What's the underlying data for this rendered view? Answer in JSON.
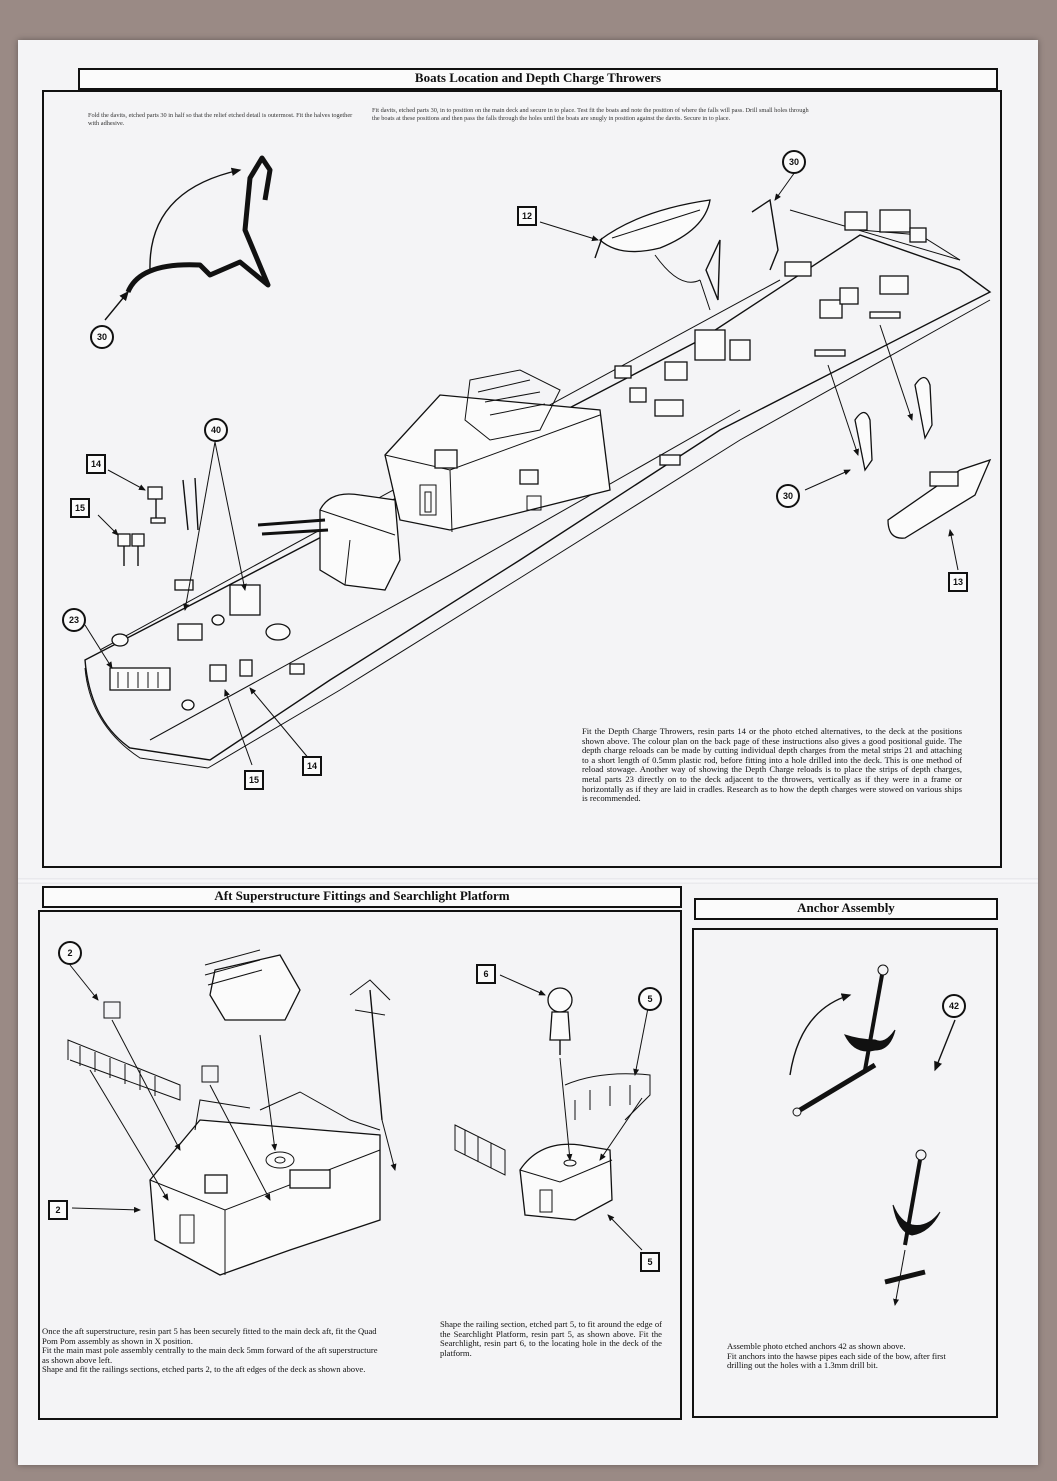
{
  "sections": {
    "boats": {
      "title": "Boats Location and Depth Charge Throwers",
      "note_left": "Fold the davits, etched parts 30 in half so that the relief etched detail is outermost. Fit the halves together with adhesive.",
      "note_right": "Fit davits, etched parts 30, in to position on the main deck and secure in to place. Test fit the boats and note the position of where the falls will pass. Drill small holes through the boats at these positions and then pass the falls through the holes until the boats are snugly in position against the davits. Secure in to place.",
      "main_text": "Fit the Depth Charge Throwers, resin parts 14 or the photo etched alternatives, to the deck at the positions shown above. The colour plan on the back page of these instructions also gives a good positional guide. The depth charge reloads can be made by cutting individual depth charges from the metal strips 21 and attaching to a short length of 0.5mm plastic rod, before fitting into a hole drilled into the deck. This is one method of reload stowage. Another way of showing the Depth Charge reloads is to place the strips of depth charges, metal parts 23 directly on to the deck adjacent to the throwers, vertically as if they were in a frame or horizontally as if they are laid in cradles. Research as to how the depth charges were stowed on various ships is recommended.",
      "callouts": {
        "c30a": "30",
        "c30b": "30",
        "c30c": "30",
        "c40": "40",
        "c23": "23",
        "b12": "12",
        "b14a": "14",
        "b14b": "14",
        "b15a": "15",
        "b15b": "15",
        "b13": "13"
      }
    },
    "aft": {
      "title": "Aft Superstructure Fittings and Searchlight Platform",
      "text_left": "Once the aft superstructure, resin part 5 has been securely fitted to the main deck aft, fit the Quad Pom Pom assembly as shown in X position.\nFit the main mast pole assembly centrally to the main deck 5mm forward of the aft superstructure as shown above left.\nShape and fit the railings sections, etched parts 2, to the aft edges of the deck as shown above.",
      "text_right": "Shape the railing section, etched part 5, to fit around the edge of the Searchlight Platform, resin part 5, as shown above. Fit the Searchlight, resin part 6, to the locating hole in the deck of the platform.",
      "callouts": {
        "c2": "2",
        "b2": "2",
        "b6": "6",
        "c5": "5",
        "b5": "5"
      }
    },
    "anchor": {
      "title": "Anchor Assembly",
      "text": "Assemble photo etched anchors 42 as shown above.\nFit anchors into the hawse pipes each side of the bow, after first drilling out the holes with a 1.3mm drill bit.",
      "callouts": {
        "c42": "42"
      }
    }
  }
}
